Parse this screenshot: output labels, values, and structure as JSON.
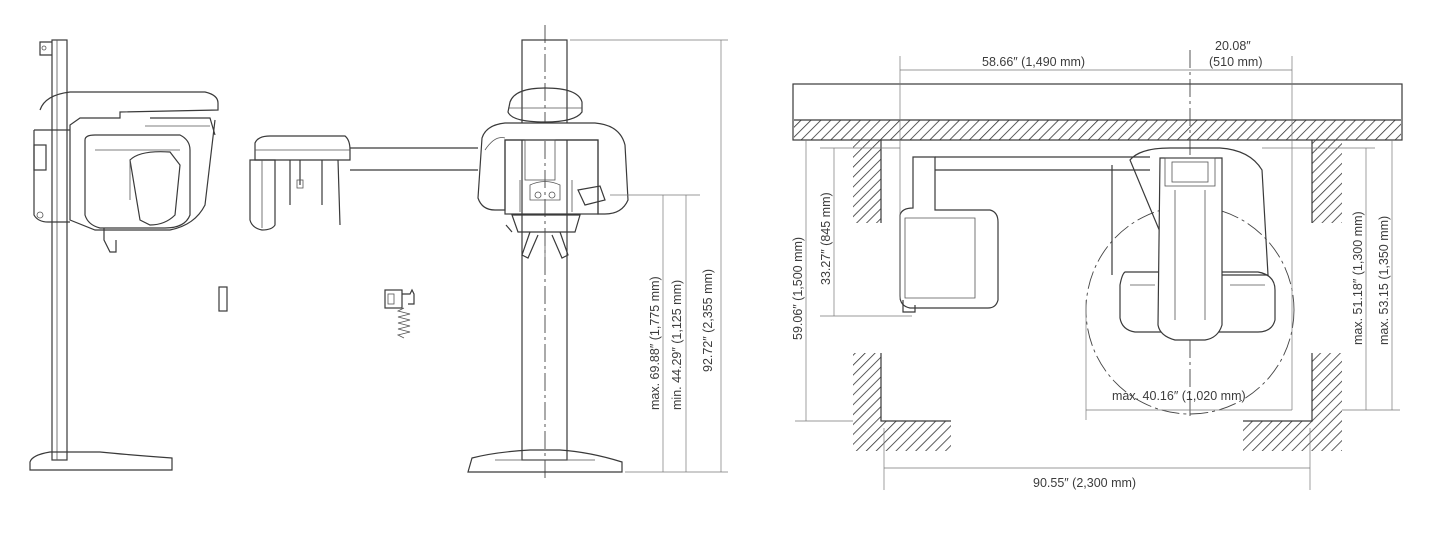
{
  "side_view": {
    "dimensions": {
      "max_height": "max. 69.88″ (1,775 mm)",
      "min_height": "min. 44.29″ (1,125 mm)",
      "total_height": "92.72″ (2,355 mm)"
    }
  },
  "top_view": {
    "dimensions": {
      "width_top": "58.66″ (1,490 mm)",
      "offset_top_line1": "20.08″",
      "offset_top_line2": "(510 mm)",
      "depth_left_outer": "59.06″ (1,500 mm)",
      "depth_left_inner": "33.27″ (845 mm)",
      "depth_right_inner": "max. 51.18″ (1,300 mm)",
      "depth_right_outer": "max. 53.15 (1,350 mm)",
      "rotation_diameter": "max. 40.16″ (1,020 mm)",
      "width_bottom": "90.55″ (2,300 mm)"
    }
  }
}
